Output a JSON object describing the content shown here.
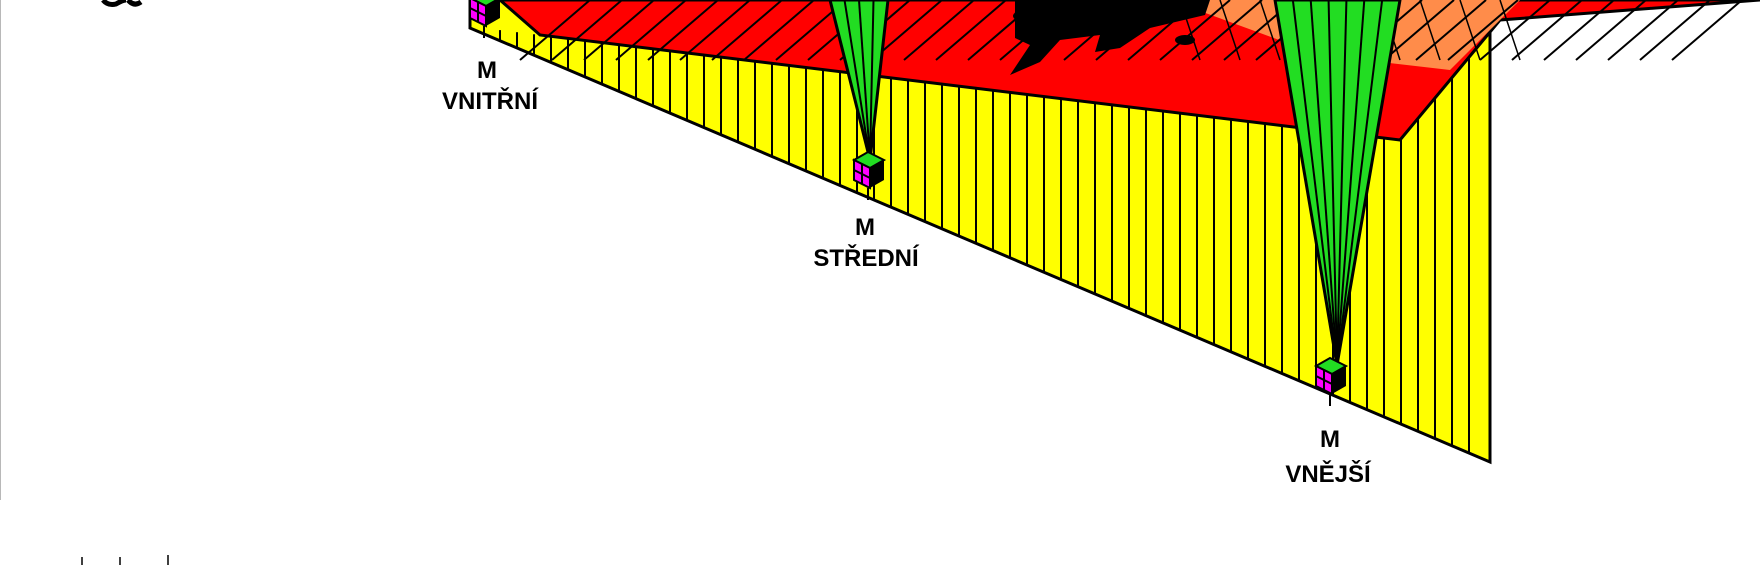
{
  "colors": {
    "background": "#ffffff",
    "wall": "#ffff00",
    "runway_surface": "#ff0000",
    "far_surface": "#ff8c4a",
    "beam": "#22dd22",
    "marker_box_side": "#ff00ff",
    "marker_box_top": "#22dd22",
    "ink": "#000000"
  },
  "markers": [
    {
      "id": "inner",
      "letter": "M",
      "name": "VNITŘNÍ"
    },
    {
      "id": "middle",
      "letter": "M",
      "name": "STŘEDNÍ"
    },
    {
      "id": "outer",
      "letter": "M",
      "name": "VNĚJŠÍ"
    }
  ]
}
